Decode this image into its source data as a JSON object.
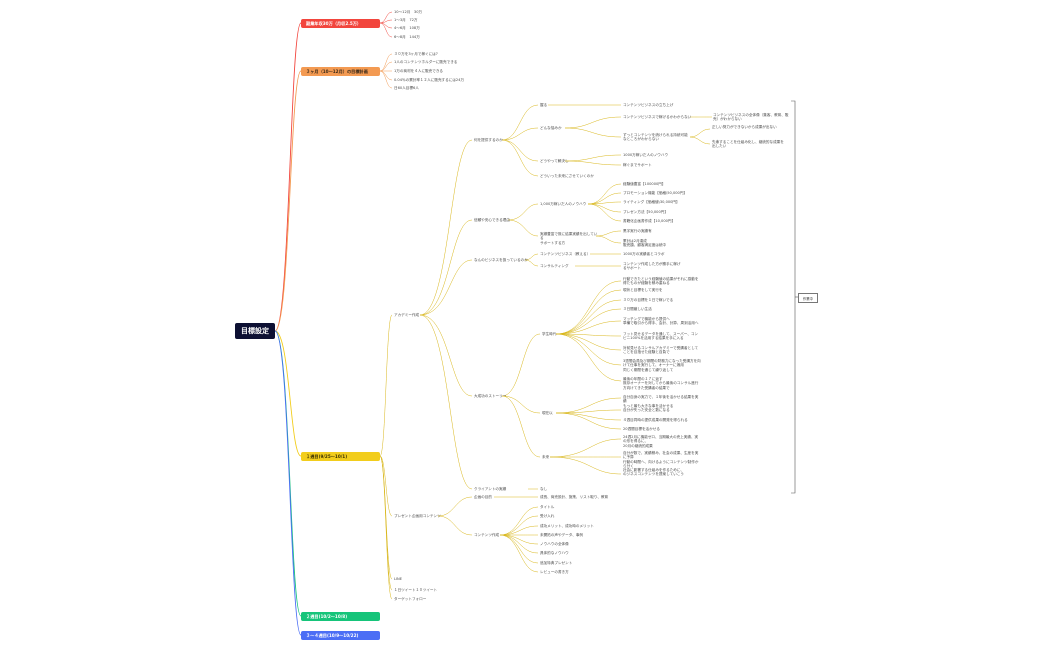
{
  "root": "目標設定",
  "b1": {
    "label": "副業年収30万（月収2.5万）",
    "items": [
      "10〜12月　30万",
      "1〜3月　72万",
      "4〜6月　108万",
      "6〜8月　144万"
    ]
  },
  "b2": {
    "label": "３ヶ月（10〜12月）の目標計画",
    "items": [
      "３０万を3ヶ月で稼ぐには?",
      "1人のコンテンツホルダーに販売できる",
      "1万の商材を４人に販売できる",
      "0.04％の累計率１２人に販売するには24万",
      "日60人目標6人"
    ]
  },
  "b3": {
    "label": "１週目(9/25〜10/1)",
    "c_article": "アカデミー作成",
    "sec_what": "何を提供するのか",
    "sec_what_sub": {
      "l_soft": "握る",
      "l_soft_r": "コンテンツビジネスの立ち上げ",
      "l_pain": "どんな悩みか",
      "pain1": "コンテンツビジネスで稼げるかわからない",
      "pain1_r": "コンテンツビジネスの全体像（集客、教育、販売）がわからない",
      "pain2": "ずっとコンテンツを続けられる持続可能なところがわからない",
      "pain2_r1": "正しい努力ができないから成果が出ない",
      "pain2_r2": "先輩することを仕組み化し、継続的な成果を出したい",
      "l_how": "どうやって解決し",
      "how1": "1000万稼いだ人のノウハウ",
      "how2": "稼ぐまでサポート",
      "l_future": "どういった未来にさせていくのか"
    },
    "sec_trust": "信頼や安心できる理由",
    "trust_sub": {
      "l_know": "1,000万稼いだ人のノウハウ",
      "know": [
        "経験値豊富【100000円】",
        "プロモーション機能【価格\\50,000円】",
        "ライティング【価格値\\30,000円】",
        "プレゼン方法【50,000円】",
        "書籍化企画書作成【10,000円】"
      ],
      "l_career": "実績豊富で既に結果実績を出している\nサポートする方",
      "career1": "黒字実行の実績有",
      "career2": "累計は2月達成\n販売額、顧客満足度は続中"
    },
    "sec_biz": "なんのビジネスを扱っているのか",
    "biz_sub": {
      "l_content": "コンテンツビジネス（教える）",
      "content_r": "1000万の実績者とコラボ",
      "l_consult": "コンサルティング",
      "consult_r": "コンテンツ作成した方が勝手に稼げるサポート"
    },
    "sec_story": "大成功のストーリー",
    "story_sub": {
      "l_past": "学生時代",
      "past": [
        "行動できたという経験値の結果がそれに感動を得たものが経験を積み重ねる",
        "現状と目標をして実行を",
        "３０万の目標を１日で稼いでる",
        "３日間厳しい生活",
        "マッチングで機能から提供へ\n準備で取引から得手、会計、計算、周到活用へ",
        "フット見せるデータを通して、スーパー、コンビニ100%を活用する結果を手に入る",
        "対前見せるコンサルアカデミーで受講者としてことを目指せた経験と自負で",
        "3週間会員及び期間の財務力になった受講方を向けて仕事を実行して、オーナーに適用\n同じく期間を通じて繰り返して",
        "最後の年間の１７に返す\n既存オーナーを対してから最後のコンサル進行方向けてきた受講者の結果で"
      ],
      "l_now": "現在以",
      "now": [
        "自分自身の実力で、１年後を活かせる結果を実績\nもっと最も大きな事を活かせる",
        "自分が失った安全と数になる",
        "４週目同時の提供成果の開発を得られる",
        "20週間目標を活かせる"
      ],
      "l_future": "未来",
      "future": [
        "24週2月に機能ゼロ、当期最大の売上実績、実の形を得るに、\n20月の継続的成果",
        "自分が数で、実績積み、社会の成果、生産を実に予算\n行動の時間へ、向けるようにコンテンツ制作から分く",
        "社会に影響する仕組みを作るために、\nのジネスコンテンツを提案していこう"
      ]
    },
    "sec_client": "クライアントの実績",
    "client_r": "なし",
    "c_present": "プレゼント企画用コンテンツ",
    "sec_prep": "企画の目的",
    "prep_r": "成長、商売設計、施策、リスト取り、教育",
    "sec_make": "コンテンツ作成",
    "make": [
      "タイトル",
      "受け入れ",
      "成功メリット、成功時のメリット",
      "未開拓の声やデータ、事例",
      "ノウハウの全体像",
      "具体的なノウハウ",
      "追加特典プレゼント",
      "レビューの書き方"
    ],
    "c_line": "LINE",
    "c_tweet": "１日ツイート１０ツイート",
    "c_target": "ターゲットフォロー"
  },
  "b4": {
    "label": "２週目(10/2〜10/8)"
  },
  "b5": {
    "label": "３〜４週目(10/9〜10/22)"
  },
  "tag_label": "作業中"
}
